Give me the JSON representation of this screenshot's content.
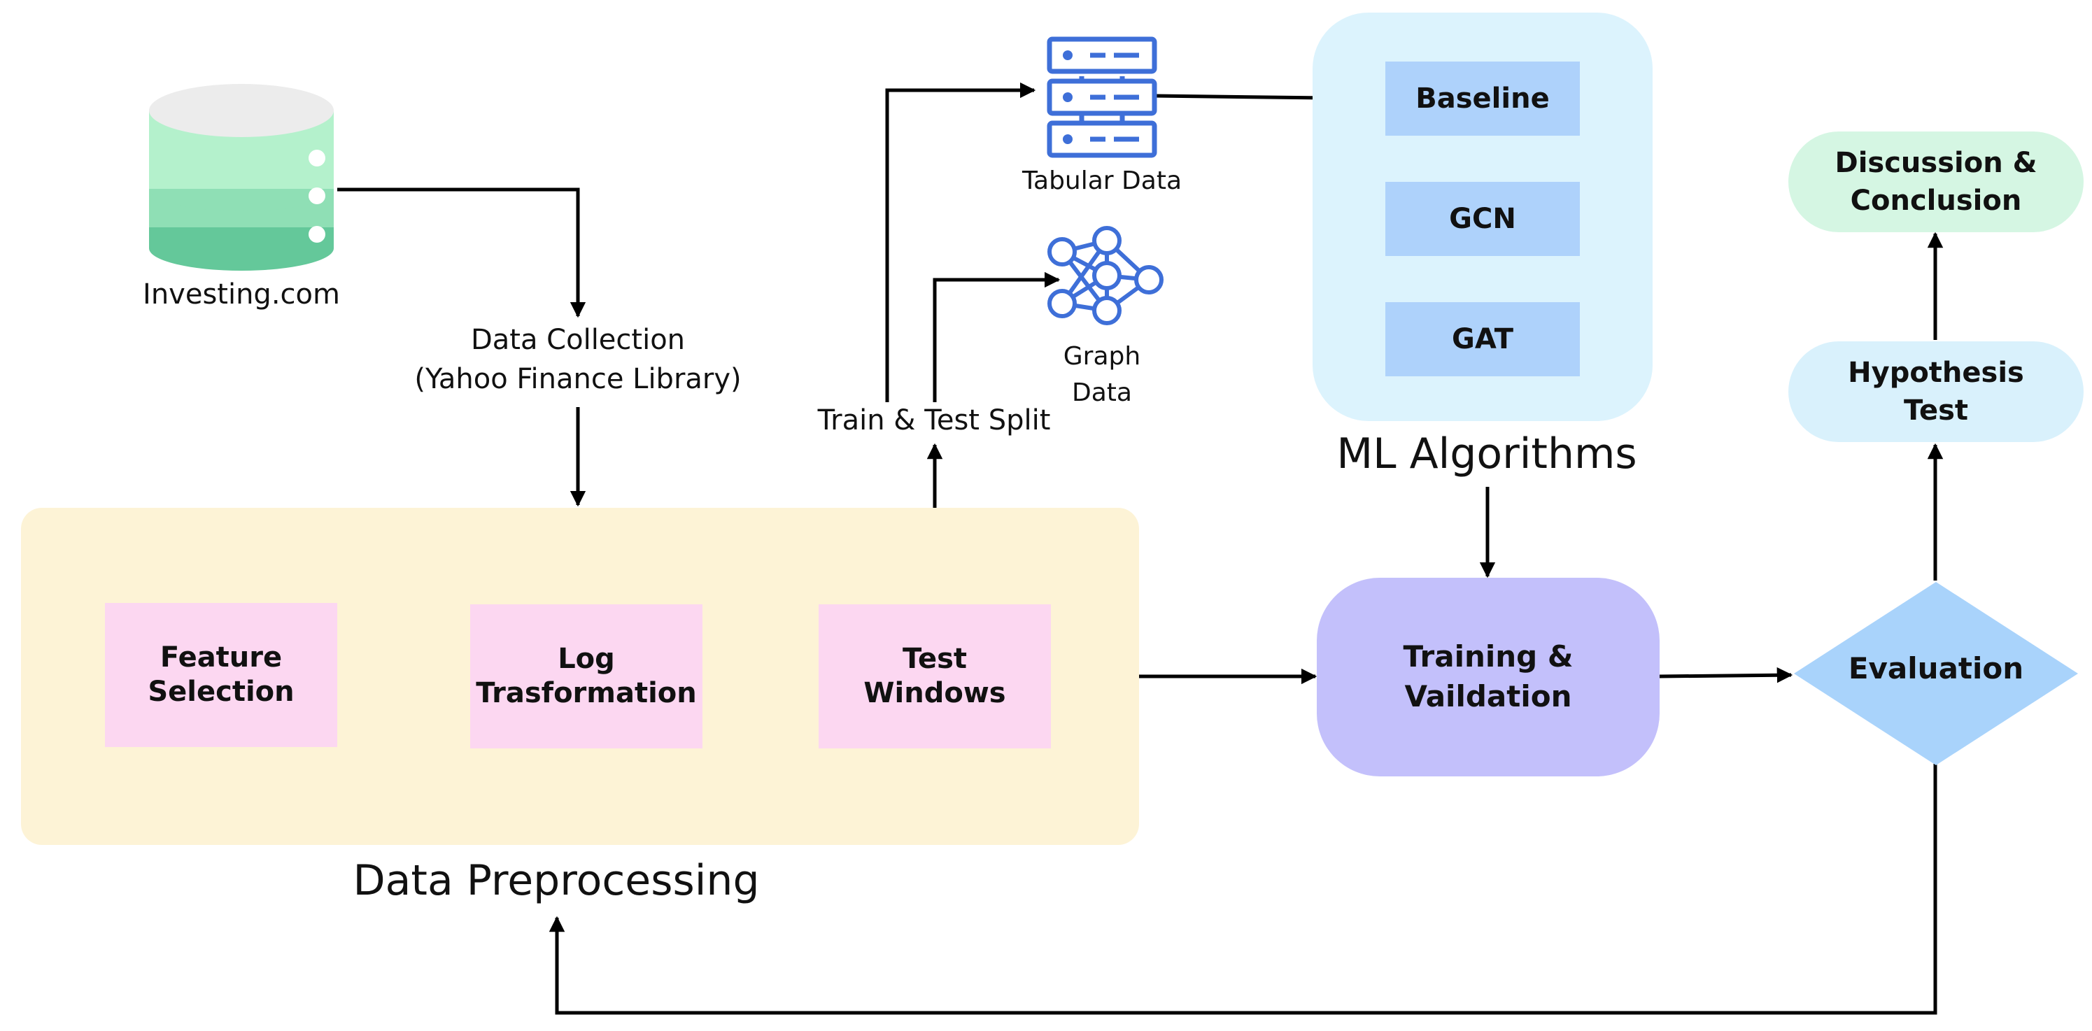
{
  "source": {
    "name": "Investing.com",
    "icon": "database-icon"
  },
  "data_collection": {
    "line1": "Data Collection",
    "line2": "(Yahoo Finance Library)"
  },
  "preprocessing": {
    "title": "Data Preprocessing",
    "steps": [
      {
        "line1": "Feature",
        "line2": "Selection"
      },
      {
        "line1": "Log",
        "line2": "Trasformation"
      },
      {
        "line1": "Test",
        "line2": "Windows"
      }
    ]
  },
  "split": {
    "label": "Train & Test Split",
    "tabular": {
      "label": "Tabular Data",
      "icon": "server-rack-icon"
    },
    "graph": {
      "line1": "Graph",
      "line2": "Data",
      "icon": "graph-network-icon"
    }
  },
  "ml": {
    "title": "ML Algorithms",
    "models": [
      "Baseline",
      "GCN",
      "GAT"
    ]
  },
  "training": {
    "line1": "Training &",
    "line2": "Vaildation"
  },
  "evaluation": {
    "label": "Evaluation"
  },
  "hypothesis": {
    "line1": "Hypothesis",
    "line2": "Test"
  },
  "conclusion": {
    "line1": "Discussion &",
    "line2": "Conclusion"
  },
  "colors": {
    "preprocessing_bg": "#fdf3d6",
    "step_box": "#fcd7f1",
    "ml_bg": "#dcf3fd",
    "model_box": "#aed2fb",
    "training": "#c3c0fb",
    "evaluation": "#a9d3fb",
    "hypothesis": "#d9f1fc",
    "conclusion": "#d5f6e3",
    "icon_blue": "#3e6fd8",
    "db_top": "#ececec",
    "db_layer1": "#b4f1cc",
    "db_layer2": "#8fdfb5",
    "db_layer3": "#64c89a"
  }
}
